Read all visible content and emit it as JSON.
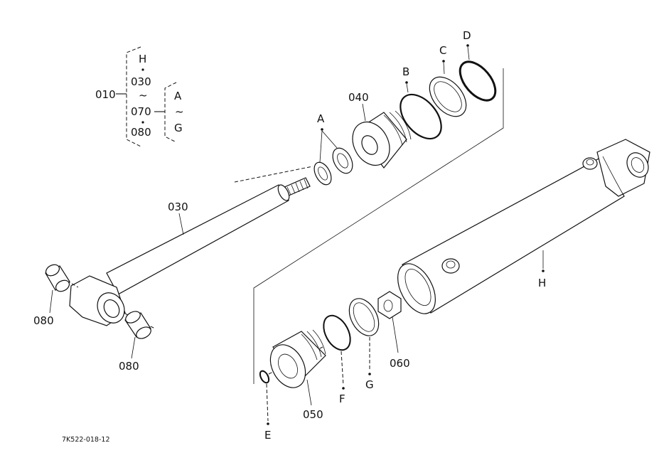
{
  "diagram_id": "7K522-018-12",
  "legend": {
    "main_code": "010",
    "range_top": "H",
    "range_items": [
      "030",
      "070",
      "080"
    ],
    "tilde": "~",
    "sub_range": [
      "A",
      "~",
      "G"
    ]
  },
  "parts": {
    "rod": "030",
    "gland": "040",
    "piston": "050",
    "nut": "060",
    "bushing_a": "080",
    "bushing_b": "080",
    "tube": "H"
  },
  "seals": {
    "a": "A",
    "b": "B",
    "c": "C",
    "d": "D",
    "e": "E",
    "f": "F",
    "g": "G"
  }
}
